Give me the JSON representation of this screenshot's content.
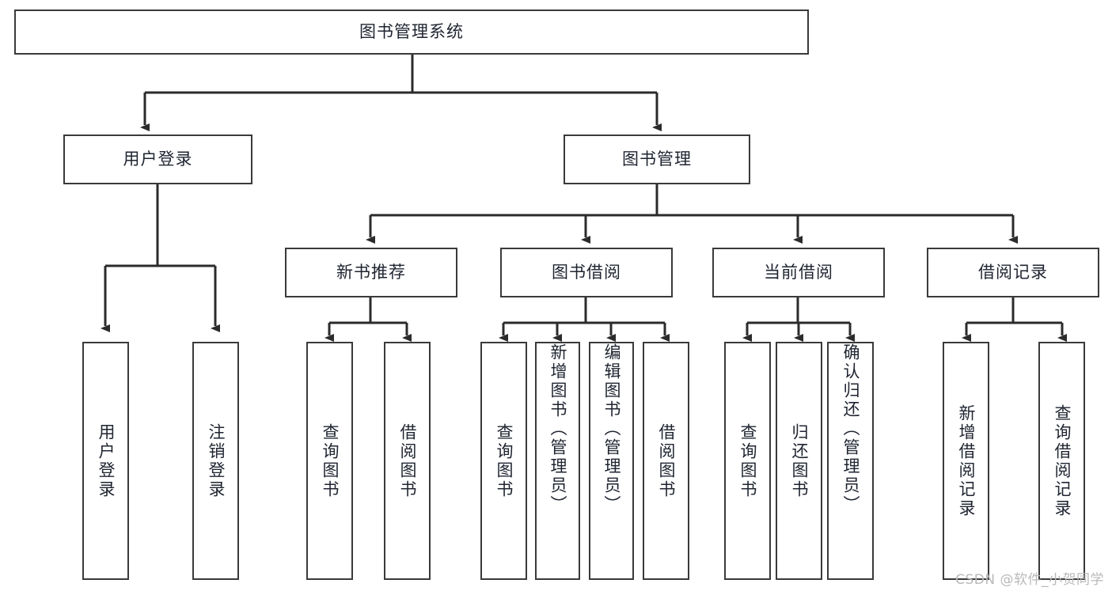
{
  "diagram": {
    "title": "图书管理系统",
    "type": "tree-hierarchy",
    "root": {
      "id": "root",
      "label": "图书管理系统"
    },
    "level2": [
      {
        "id": "user-login",
        "label": "用户登录"
      },
      {
        "id": "book-management",
        "label": "图书管理"
      }
    ],
    "level3": [
      {
        "id": "new-book-recommend",
        "label": "新书推荐",
        "parent": "book-management"
      },
      {
        "id": "book-borrow",
        "label": "图书借阅",
        "parent": "book-management"
      },
      {
        "id": "current-borrow",
        "label": "当前借阅",
        "parent": "book-management"
      },
      {
        "id": "borrow-record",
        "label": "借阅记录",
        "parent": "book-management"
      }
    ],
    "leaves": {
      "user_login": [
        {
          "id": "leaf-user-login",
          "label": "用户登录"
        },
        {
          "id": "leaf-logout-login",
          "label": "注销登录"
        }
      ],
      "new_book_recommend": [
        {
          "id": "leaf-query-book-1",
          "label": "查询图书"
        },
        {
          "id": "leaf-borrow-book-1",
          "label": "借阅图书"
        }
      ],
      "book_borrow": [
        {
          "id": "leaf-query-book-2",
          "label": "查询图书"
        },
        {
          "id": "leaf-add-book",
          "label": "新增图书（管理员）"
        },
        {
          "id": "leaf-edit-book",
          "label": "编辑图书（管理员）"
        },
        {
          "id": "leaf-borrow-book-2",
          "label": "借阅图书"
        }
      ],
      "current_borrow": [
        {
          "id": "leaf-query-book-3",
          "label": "查询图书"
        },
        {
          "id": "leaf-return-book",
          "label": "归还图书"
        },
        {
          "id": "leaf-confirm-return",
          "label": "确认归还（管理员）"
        }
      ],
      "borrow_record": [
        {
          "id": "leaf-add-record",
          "label": "新增借阅记录"
        },
        {
          "id": "leaf-query-record",
          "label": "查询借阅记录"
        }
      ]
    }
  },
  "watermark": {
    "text": "CSDN @软件_小贺同学"
  },
  "colors": {
    "box_border": "#3a3a3a",
    "box_fill": "#ffffff",
    "connector": "#2b2b2b",
    "text": "#1f2430",
    "watermark": "#b9b9b9",
    "background": "#ffffff"
  }
}
